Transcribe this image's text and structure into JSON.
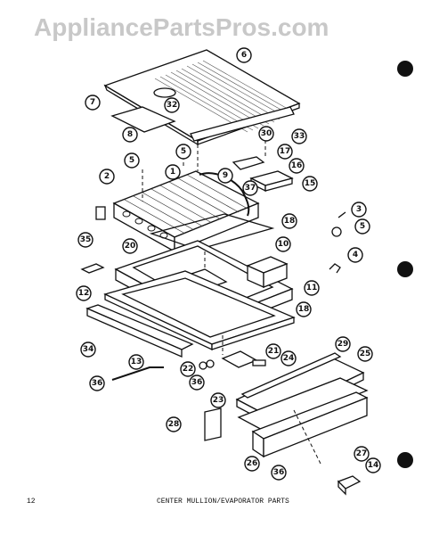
{
  "watermark": "AppliancePartsPros.com",
  "page_number": "12",
  "caption": "CENTER MULLION/EVAPORATOR PARTS",
  "callouts": [
    {
      "label": "6"
    },
    {
      "label": "7"
    },
    {
      "label": "32"
    },
    {
      "label": "8"
    },
    {
      "label": "33"
    },
    {
      "label": "5"
    },
    {
      "label": "30"
    },
    {
      "label": "17"
    },
    {
      "label": "5"
    },
    {
      "label": "1"
    },
    {
      "label": "9"
    },
    {
      "label": "16"
    },
    {
      "label": "2"
    },
    {
      "label": "37"
    },
    {
      "label": "15"
    },
    {
      "label": "3"
    },
    {
      "label": "18"
    },
    {
      "label": "5"
    },
    {
      "label": "35"
    },
    {
      "label": "20"
    },
    {
      "label": "10"
    },
    {
      "label": "4"
    },
    {
      "label": "12"
    },
    {
      "label": "11"
    },
    {
      "label": "18"
    },
    {
      "label": "34"
    },
    {
      "label": "13"
    },
    {
      "label": "21"
    },
    {
      "label": "24"
    },
    {
      "label": "29"
    },
    {
      "label": "25"
    },
    {
      "label": "36"
    },
    {
      "label": "22"
    },
    {
      "label": "36"
    },
    {
      "label": "23"
    },
    {
      "label": "28"
    },
    {
      "label": "26"
    },
    {
      "label": "27"
    },
    {
      "label": "36"
    },
    {
      "label": "14"
    }
  ]
}
